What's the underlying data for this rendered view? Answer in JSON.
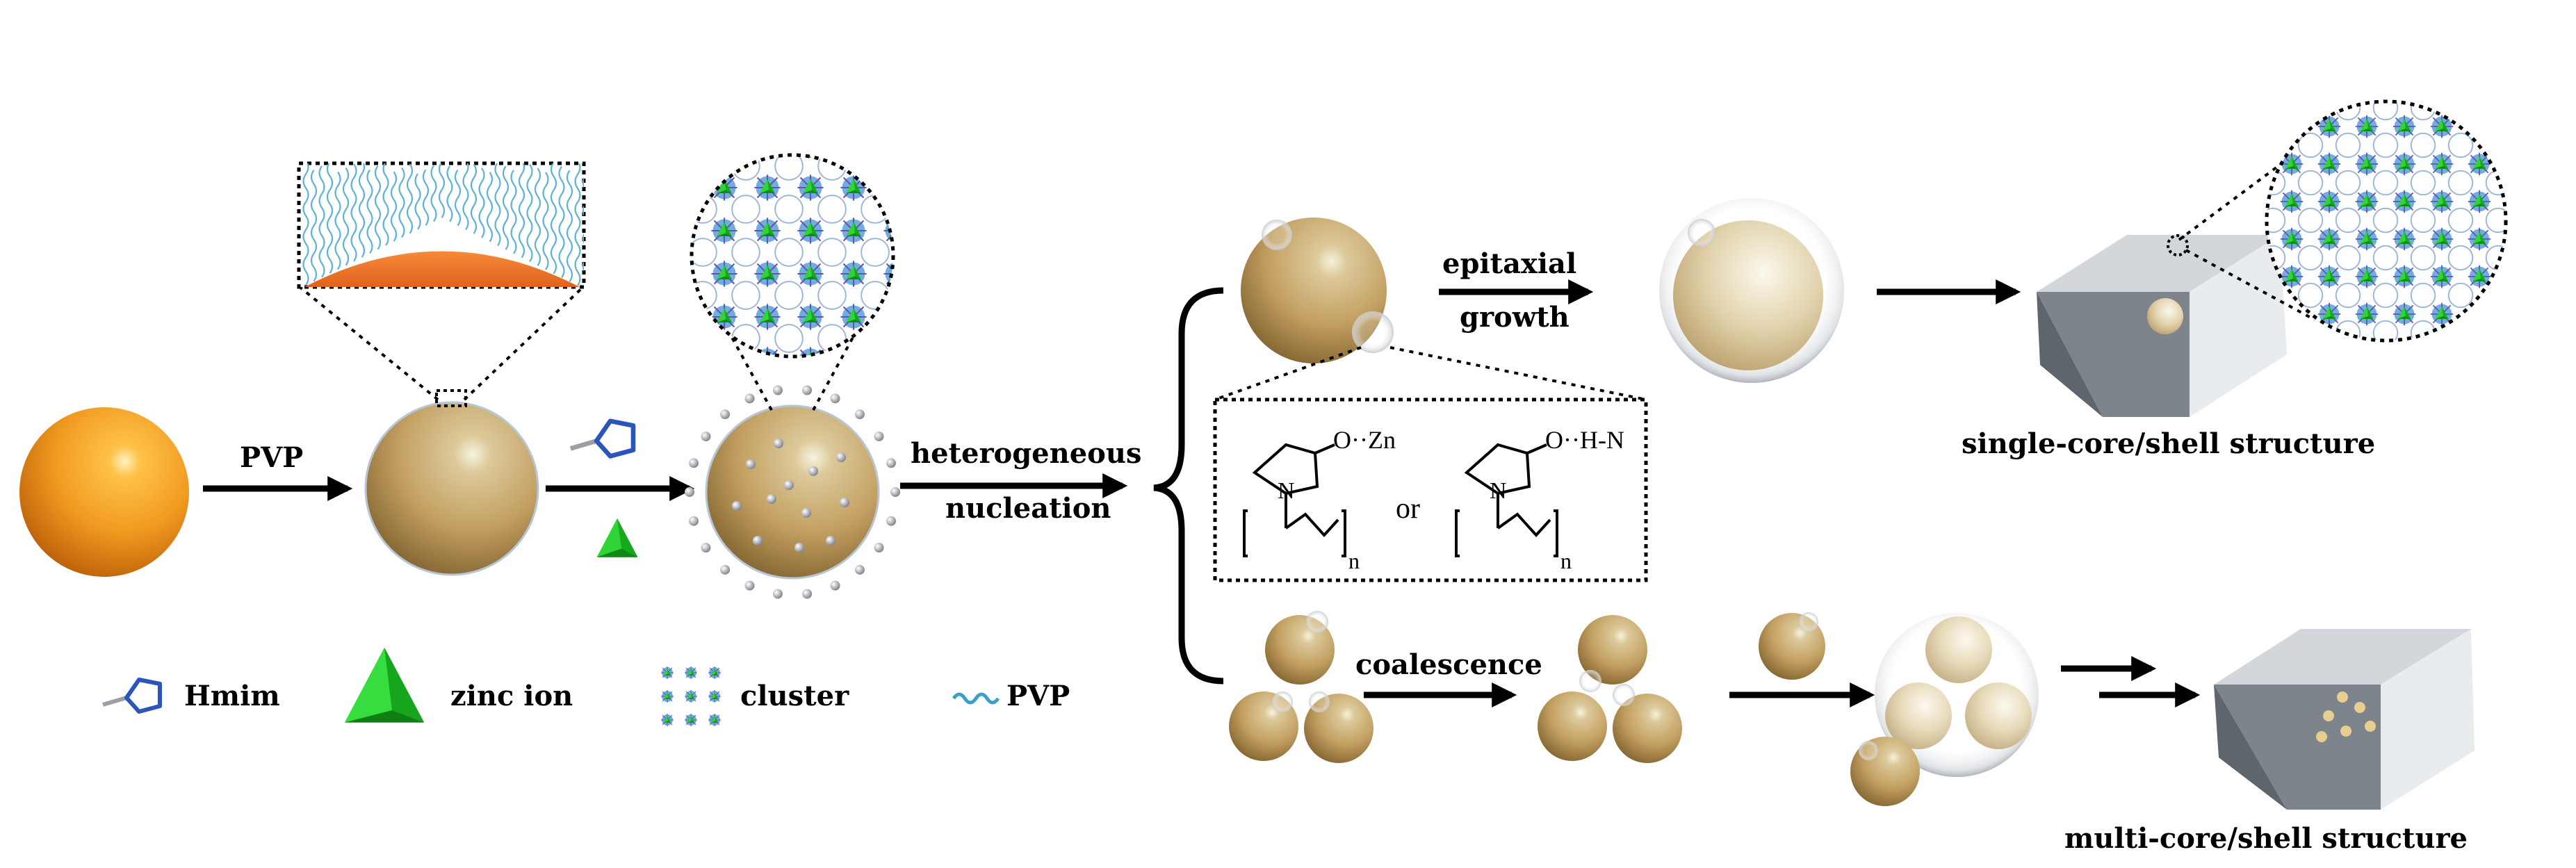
{
  "labels": {
    "pvp_arrow": "PVP",
    "heterogeneous": "heterogeneous",
    "nucleation": "nucleation",
    "epitaxial": "epitaxial",
    "growth": "growth",
    "coalescence": "coalescence",
    "single_core": "single-core/shell structure",
    "multi_core": "multi-core/shell structure"
  },
  "chemistry": {
    "zn_bond": "O··Zn",
    "hn_bond": "O··H-N",
    "or": "or",
    "n_atom": "N",
    "o_atom": "O",
    "subscript": "n"
  },
  "legend": [
    {
      "key": "hmim",
      "label": "Hmim"
    },
    {
      "key": "zinc",
      "label": "zinc ion"
    },
    {
      "key": "cluster",
      "label": "cluster"
    },
    {
      "key": "pvp",
      "label": "PVP"
    }
  ],
  "colors": {
    "bare_core": "#f19a20",
    "coated_core": "#c9a464",
    "zinc_tetrahedron": "#33d93b",
    "hmim_ring": "#2b55b8",
    "pvp_chain": "#5cb3d6",
    "pvp_layer": "#ef7b2a",
    "zif_crystal": "#8e959b"
  }
}
